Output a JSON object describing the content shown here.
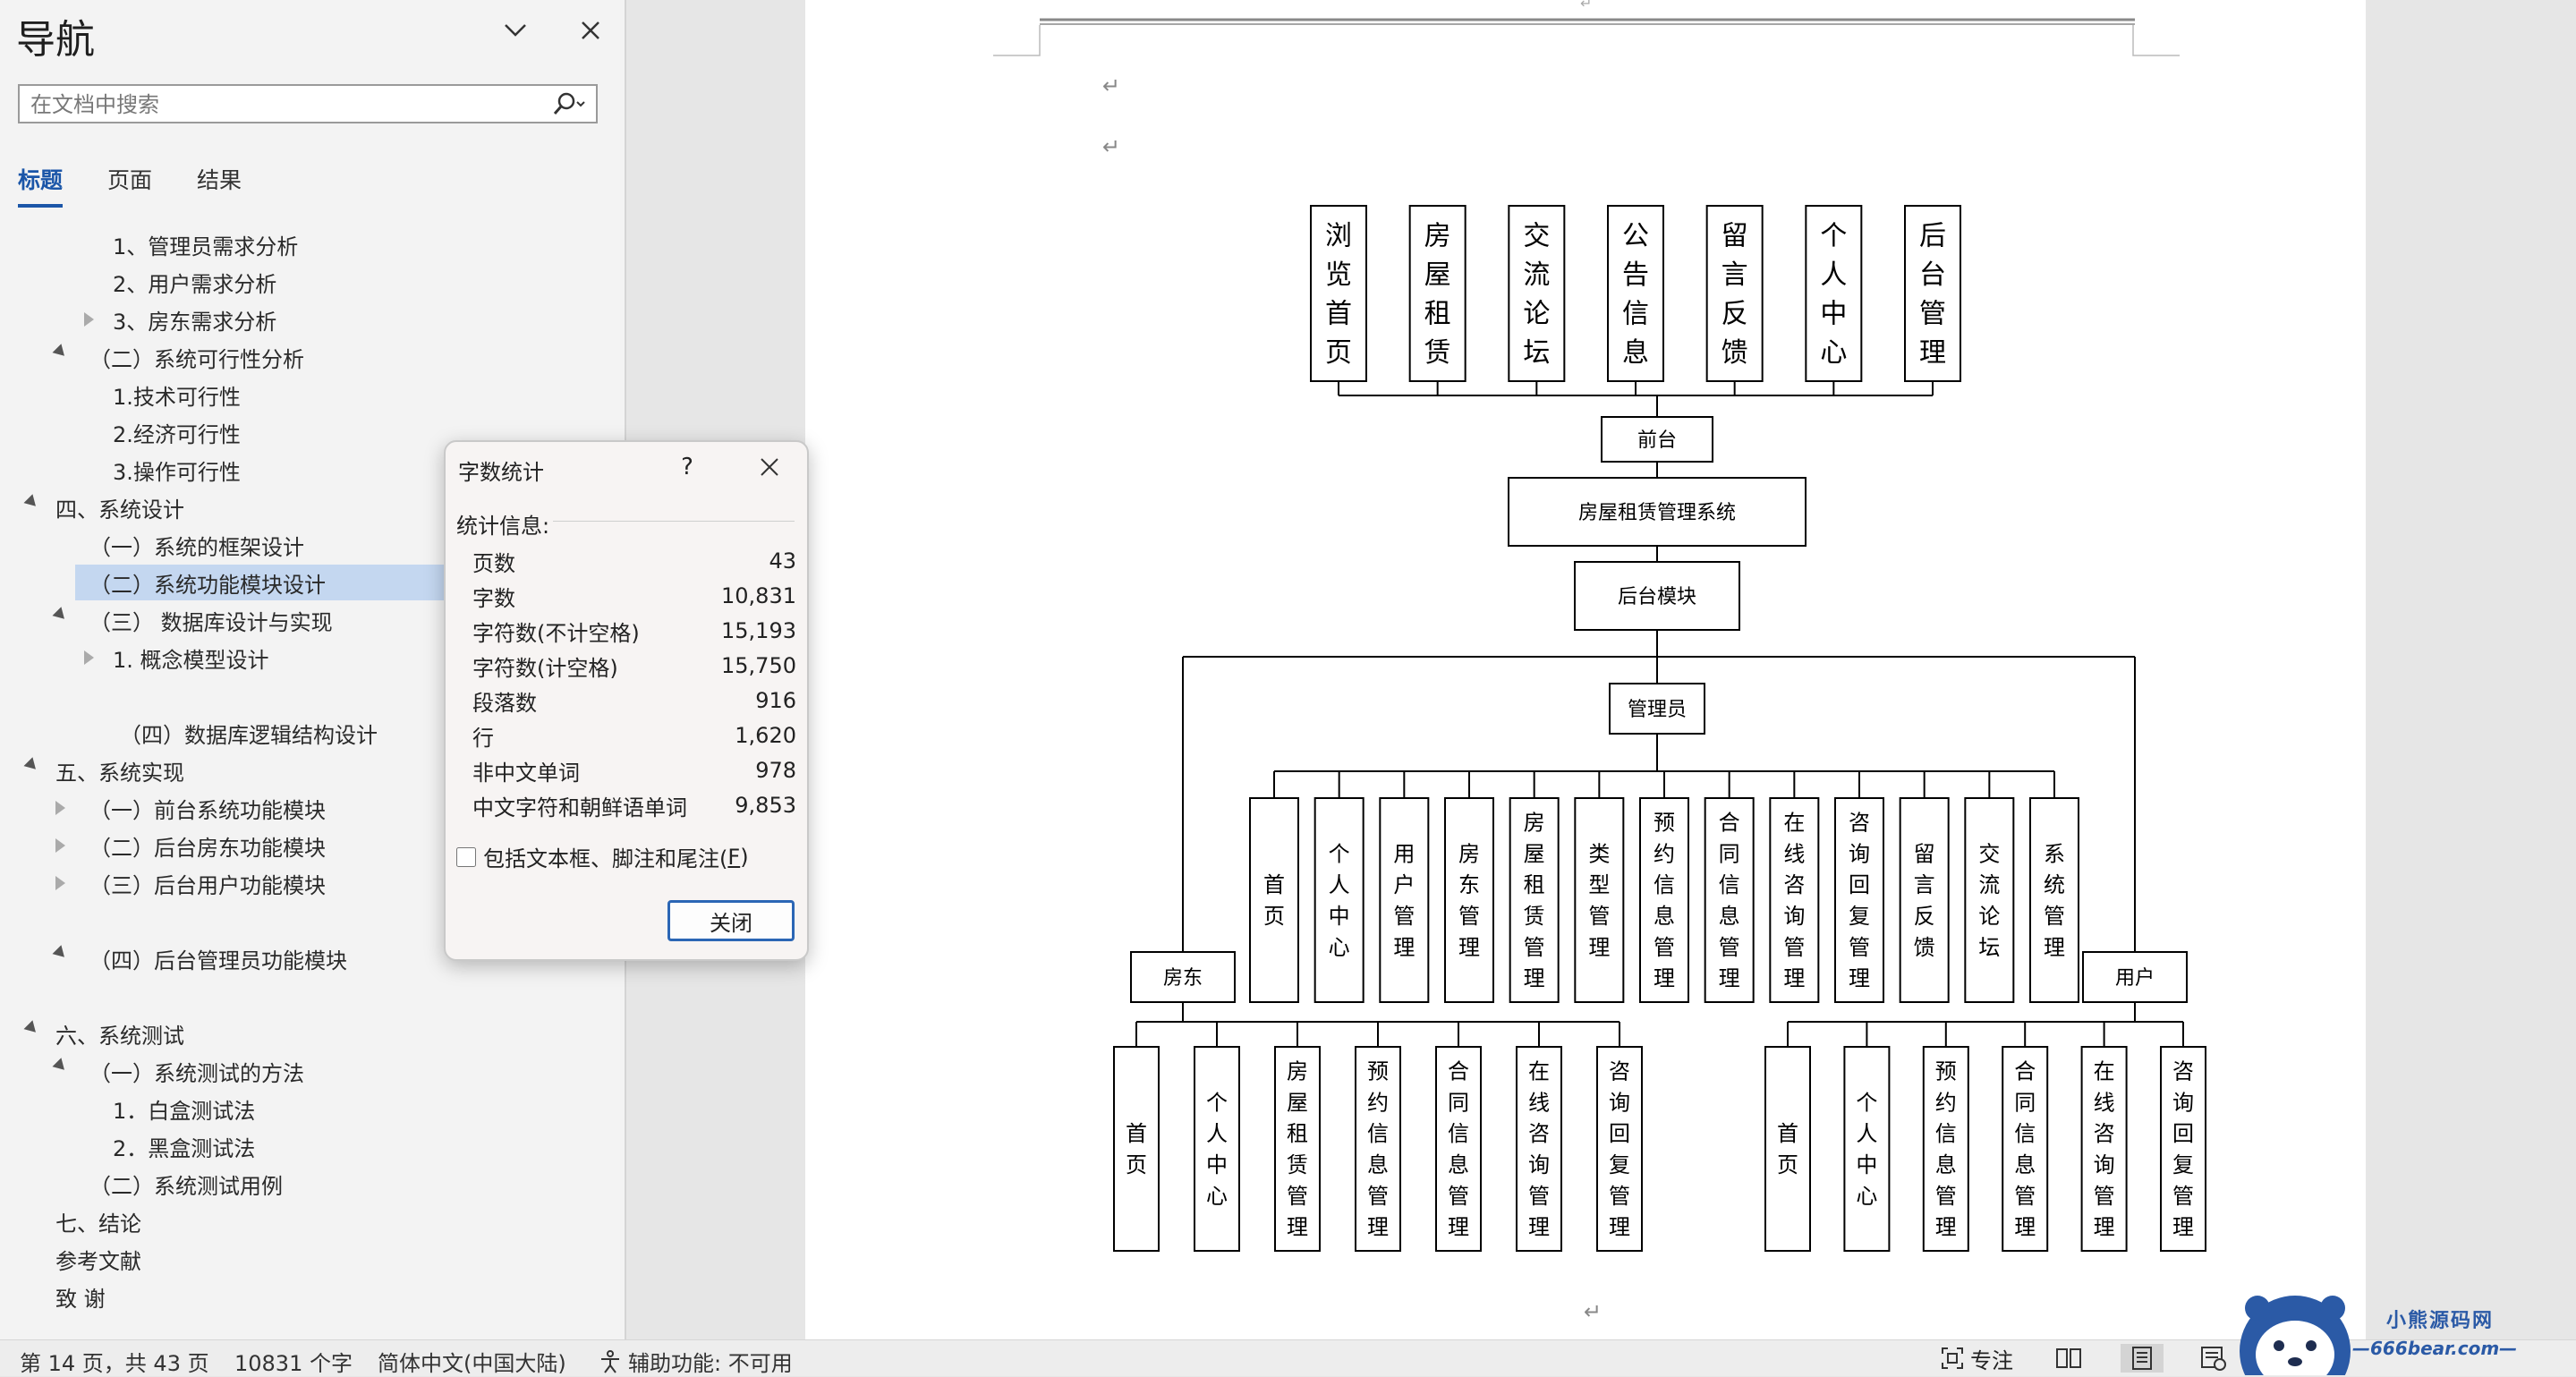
{
  "nav": {
    "title": "导航",
    "search_placeholder": "在文档中搜索",
    "tabs": [
      "标题",
      "页面",
      "结果"
    ],
    "items": [
      {
        "text": "1、管理员需求分析"
      },
      {
        "text": "2、用户需求分析"
      },
      {
        "text": "3、房东需求分析"
      },
      {
        "text": "（二）系统可行性分析"
      },
      {
        "text": "1.技术可行性"
      },
      {
        "text": "2.经济可行性"
      },
      {
        "text": "3.操作可行性"
      },
      {
        "text": "四、系统设计"
      },
      {
        "text": "（一）系统的框架设计"
      },
      {
        "text": "（二）系统功能模块设计"
      },
      {
        "text": "（三）  数据库设计与实现"
      },
      {
        "text": "1. 概念模型设计"
      },
      {
        "text": "（四）数据库逻辑结构设计"
      },
      {
        "text": "五、系统实现"
      },
      {
        "text": "（一）前台系统功能模块"
      },
      {
        "text": "（二）后台房东功能模块"
      },
      {
        "text": "（三）后台用户功能模块"
      },
      {
        "text": "（四）后台管理员功能模块"
      },
      {
        "text": "六、系统测试"
      },
      {
        "text": "（一）系统测试的方法"
      },
      {
        "text": "1．白盒测试法"
      },
      {
        "text": "2．黑盒测试法"
      },
      {
        "text": "（二）系统测试用例"
      },
      {
        "text": "七、结论"
      },
      {
        "text": "参考文献"
      },
      {
        "text": "致    谢"
      }
    ]
  },
  "dialog": {
    "title": "字数统计",
    "help": "?",
    "section": "统计信息:",
    "stats": [
      {
        "label": "页数",
        "value": "43"
      },
      {
        "label": "字数",
        "value": "10,831"
      },
      {
        "label": "字符数(不计空格)",
        "value": "15,193"
      },
      {
        "label": "字符数(计空格)",
        "value": "15,750"
      },
      {
        "label": "段落数",
        "value": "916"
      },
      {
        "label": "行",
        "value": "1,620"
      },
      {
        "label": "非中文单词",
        "value": "978"
      },
      {
        "label": "中文字符和朝鲜语单词",
        "value": "9,853"
      }
    ],
    "checkbox_label": "包括文本框、脚注和尾注(",
    "checkbox_key": "F",
    "checkbox_end": ")",
    "checkbox_checked": false,
    "close_button": "关闭"
  },
  "diagram": {
    "frontend_modules": [
      "浏览首页",
      "房屋租赁",
      "交流论坛",
      "公告信息",
      "留言反馈",
      "个人中心",
      "后台管理"
    ],
    "frontend": "前台",
    "system": "房屋租赁管理系统",
    "backend": "后台模块",
    "admin": "管理员",
    "admin_modules": [
      "首页",
      "个人中心",
      "用户管理",
      "房东管理",
      "房屋租赁管理",
      "类型管理",
      "预约信息管理",
      "合同信息管理",
      "在线咨询管理",
      "咨询回复管理",
      "留言反馈",
      "交流论坛",
      "系统管理"
    ],
    "landlord": "房东",
    "landlord_modules": [
      "首页",
      "个人中心",
      "房屋租赁管理",
      "预约信息管理",
      "合同信息管理",
      "在线咨询管理",
      "咨询回复管理"
    ],
    "user": "用户",
    "user_modules": [
      "首页",
      "个人中心",
      "预约信息管理",
      "合同信息管理",
      "在线咨询管理",
      "咨询回复管理"
    ]
  },
  "document": {
    "return_mark": "↵"
  },
  "status": {
    "page": "第 14 页，共 43 页",
    "words": "10831 个字",
    "language": "简体中文(中国大陆)",
    "accessibility": "辅助功能: 不可用",
    "focus": "专注"
  },
  "watermark": {
    "line1": "小熊源码网",
    "line2": "—666bear.com—"
  }
}
